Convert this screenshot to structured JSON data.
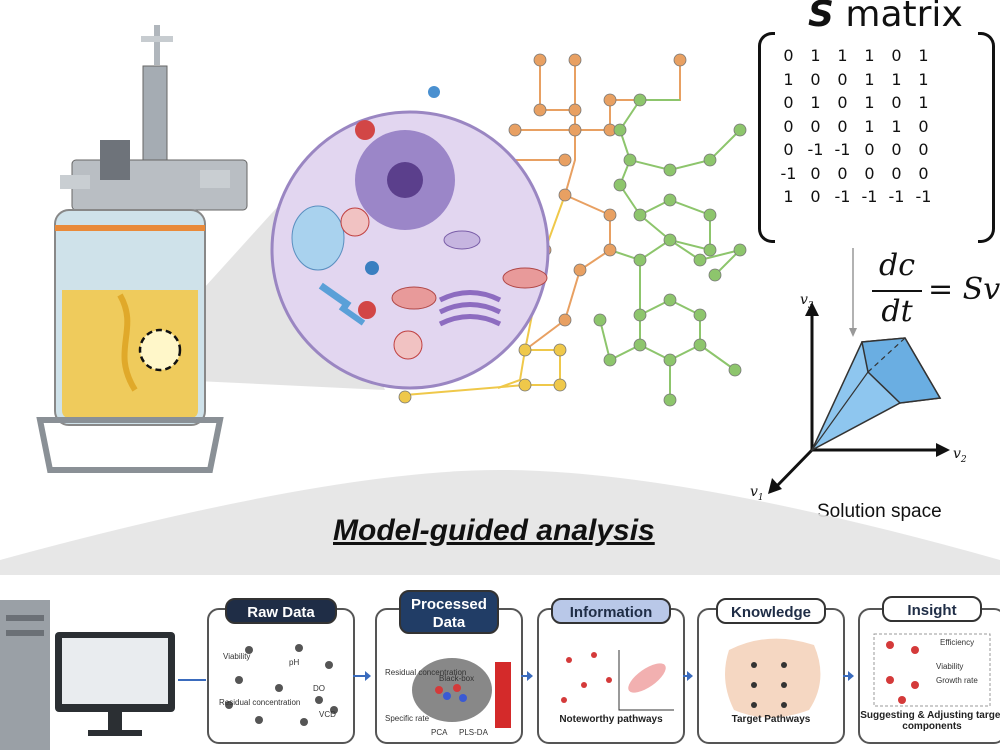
{
  "s_matrix": {
    "title_symbol": "S",
    "title_word": "matrix",
    "rows": [
      [
        "0",
        "1",
        "1",
        "1",
        "0",
        "1"
      ],
      [
        "1",
        "0",
        "0",
        "1",
        "1",
        "1"
      ],
      [
        "0",
        "1",
        "0",
        "1",
        "0",
        "1"
      ],
      [
        "0",
        "0",
        "0",
        "1",
        "1",
        "0"
      ],
      [
        "0",
        "-1",
        "-1",
        "0",
        "0",
        "0"
      ],
      [
        "-1",
        "0",
        "0",
        "0",
        "0",
        "0"
      ],
      [
        "1",
        "0",
        "-1",
        "-1",
        "-1",
        "-1"
      ]
    ]
  },
  "equation": {
    "numerator": "dc",
    "denominator": "dt",
    "rhs": "= Sv"
  },
  "solution_space": {
    "label": "Solution space",
    "axis_v1": "v",
    "axis_v1_sub": "1",
    "axis_v2": "v",
    "axis_v2_sub": "2",
    "axis_v3": "v",
    "axis_v3_sub": "3"
  },
  "section_title": "Model-guided analysis",
  "pipeline": [
    {
      "title": "Raw Data",
      "color": "#1f2d46",
      "caption": ""
    },
    {
      "title": "Processed Data",
      "color": "#213d66",
      "caption": ""
    },
    {
      "title": "Information",
      "color": "#b9c8e8",
      "caption": "Noteworthy pathways"
    },
    {
      "title": "Knowledge",
      "color": "#ffffff",
      "caption": "Target Pathways"
    },
    {
      "title": "Insight",
      "color": "#ffffff",
      "caption": "Suggesting & Adjusting target components"
    }
  ],
  "raw_data_terms": [
    "Viability",
    "pH",
    "DO",
    "Residual concentration",
    "VCD"
  ],
  "processed_terms": [
    "Residual concentration",
    "Black-box",
    "Specific rate",
    "PCA",
    "PLS-DA"
  ],
  "insight_terms": [
    "Efficiency",
    "Viability",
    "Growth rate"
  ],
  "colors": {
    "network_orange": "#e8a062",
    "network_green": "#8dc56c",
    "network_yellow": "#efc84a",
    "cell_purple": "#d9ccec",
    "medium_yellow": "#f2c94c"
  }
}
